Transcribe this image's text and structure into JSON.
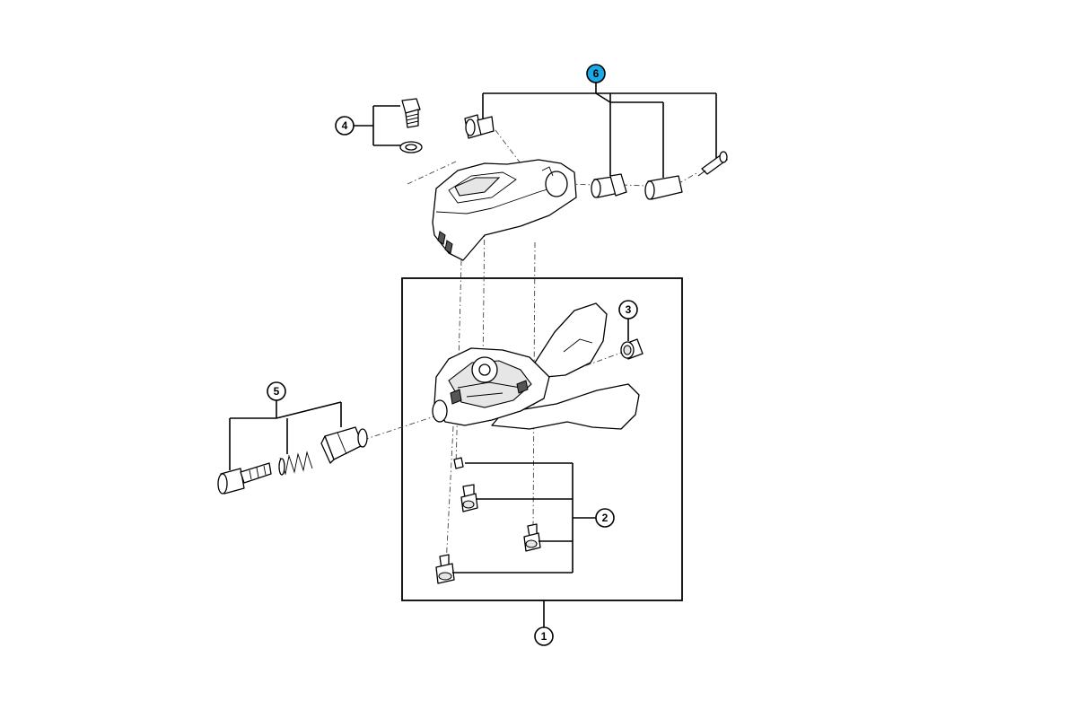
{
  "diagram": {
    "callouts": [
      {
        "id": "callout-1",
        "label": "1",
        "highlighted": false
      },
      {
        "id": "callout-2",
        "label": "2",
        "highlighted": false
      },
      {
        "id": "callout-3",
        "label": "3",
        "highlighted": false
      },
      {
        "id": "callout-4",
        "label": "4",
        "highlighted": false
      },
      {
        "id": "callout-5",
        "label": "5",
        "highlighted": false
      },
      {
        "id": "callout-6",
        "label": "6",
        "highlighted": true
      }
    ],
    "colors": {
      "highlight": "#1aa8e6",
      "line": "#000000",
      "background": "#ffffff"
    }
  }
}
